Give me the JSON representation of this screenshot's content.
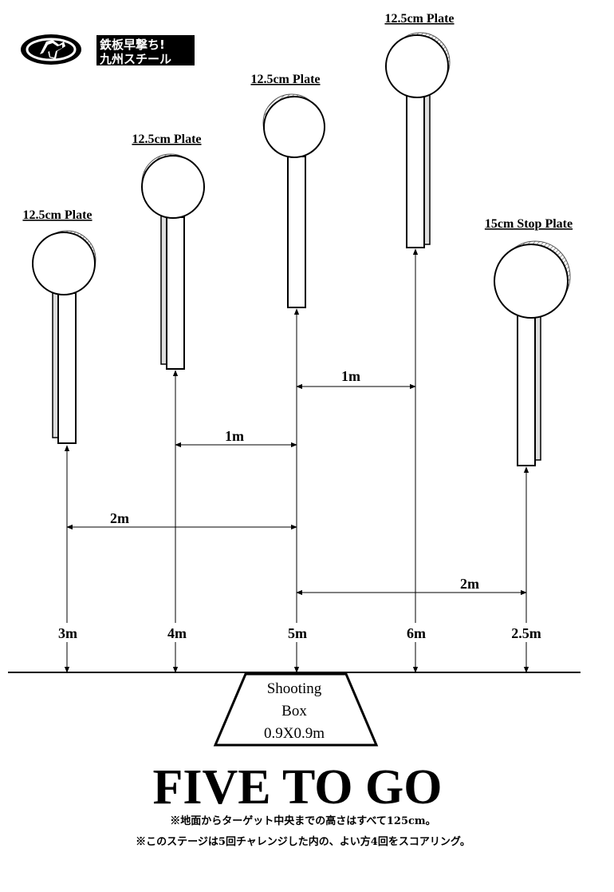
{
  "logo": {
    "line1": "鉄板早撃ち!",
    "line2": "九州スチール"
  },
  "targets": [
    {
      "label": "12.5cm Plate",
      "distance": "3m"
    },
    {
      "label": "12.5cm Plate",
      "distance": "4m"
    },
    {
      "label": "12.5cm Plate",
      "distance": "5m"
    },
    {
      "label": "12.5cm Plate",
      "distance": "6m"
    },
    {
      "label": "15cm Stop Plate",
      "distance": "2.5m"
    }
  ],
  "spacings": {
    "t2_t3": "1m",
    "t1_t3": "2m",
    "t3_t4": "1m",
    "t3_t5": "2m"
  },
  "shooting_box": {
    "line1": "Shooting",
    "line2": "Box",
    "line3": "0.9X0.9m"
  },
  "title": "FIVE TO GO",
  "notes": [
    "※地面からターゲット中央までの高さはすべて125cm。",
    "※このステージは5回チャレンジした内の、よい方4回をスコアリング。"
  ],
  "colors": {
    "ink": "#000000",
    "shadow": "#999999",
    "background": "#ffffff"
  }
}
